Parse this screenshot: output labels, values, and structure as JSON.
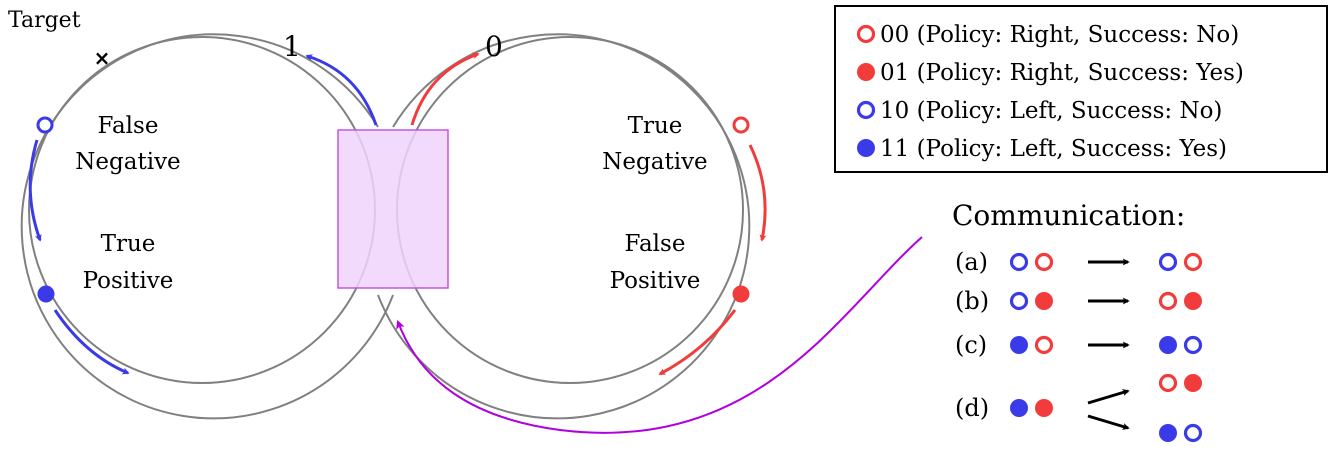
{
  "labels": {
    "target": "Target",
    "target_marker": "×",
    "lane_left": "1",
    "lane_right": "0",
    "false_negative_1": "False",
    "false_negative_2": "Negative",
    "true_positive_1": "True",
    "true_positive_2": "Positive",
    "true_negative_1": "True",
    "true_negative_2": "Negative",
    "false_positive_1": "False",
    "false_positive_2": "Positive"
  },
  "legend": {
    "items": [
      {
        "code": "00",
        "text": "00 (Policy: Right, Success: No)"
      },
      {
        "code": "01",
        "text": "01 (Policy: Right, Success: Yes)"
      },
      {
        "code": "10",
        "text": "10 (Policy: Left, Success: No)"
      },
      {
        "code": "11",
        "text": "11 (Policy: Left, Success: Yes)"
      }
    ]
  },
  "communication": {
    "title": "Communication:",
    "rows": [
      {
        "label": "(a)",
        "before": [
          "10",
          "00"
        ],
        "after": [
          [
            "10",
            "00"
          ]
        ]
      },
      {
        "label": "(b)",
        "before": [
          "10",
          "01"
        ],
        "after": [
          [
            "00",
            "01"
          ]
        ]
      },
      {
        "label": "(c)",
        "before": [
          "11",
          "00"
        ],
        "after": [
          [
            "11",
            "10"
          ]
        ]
      },
      {
        "label": "(d)",
        "before": [
          "11",
          "01"
        ],
        "after": [
          [
            "00",
            "01"
          ],
          [
            "11",
            "10"
          ]
        ]
      }
    ]
  },
  "colors": {
    "red": "#f23c3c",
    "blue": "#3a3ae8",
    "purple": "#b000e0",
    "track": "#808080",
    "zone_fill": "#efd3fb",
    "zone_stroke": "#c256e6"
  }
}
